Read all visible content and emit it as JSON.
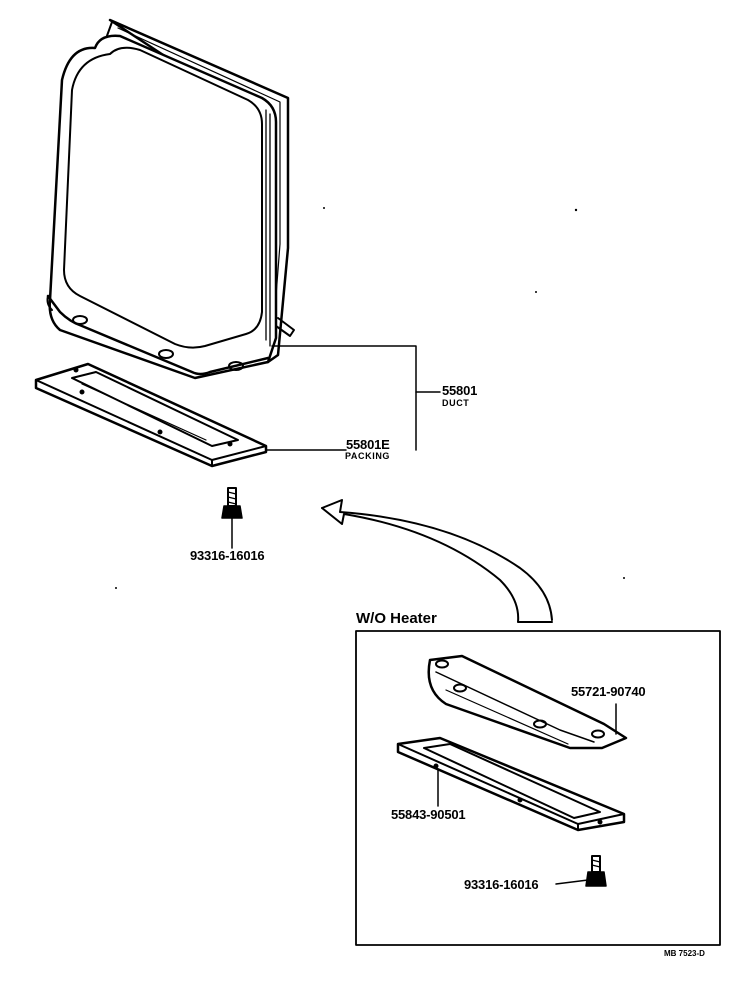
{
  "labels": {
    "duct_part_no": "55801",
    "duct_name": "DUCT",
    "packing_part_no": "55801E",
    "packing_name": "PACKING",
    "bolt_part_no": "93316-16016",
    "inset_title": "W/O Heater",
    "inset_cover_part_no": "55721-90740",
    "inset_gasket_part_no": "55843-90501",
    "inset_bolt_part_no": "93316-16016",
    "drawing_code": "MB 7523-D"
  },
  "icons": [
    "duct-icon",
    "packing-gasket-icon",
    "bolt-icon",
    "direction-arrow-icon",
    "cover-plate-icon"
  ],
  "colors": {
    "ink": "#000000",
    "paper": "#ffffff"
  }
}
